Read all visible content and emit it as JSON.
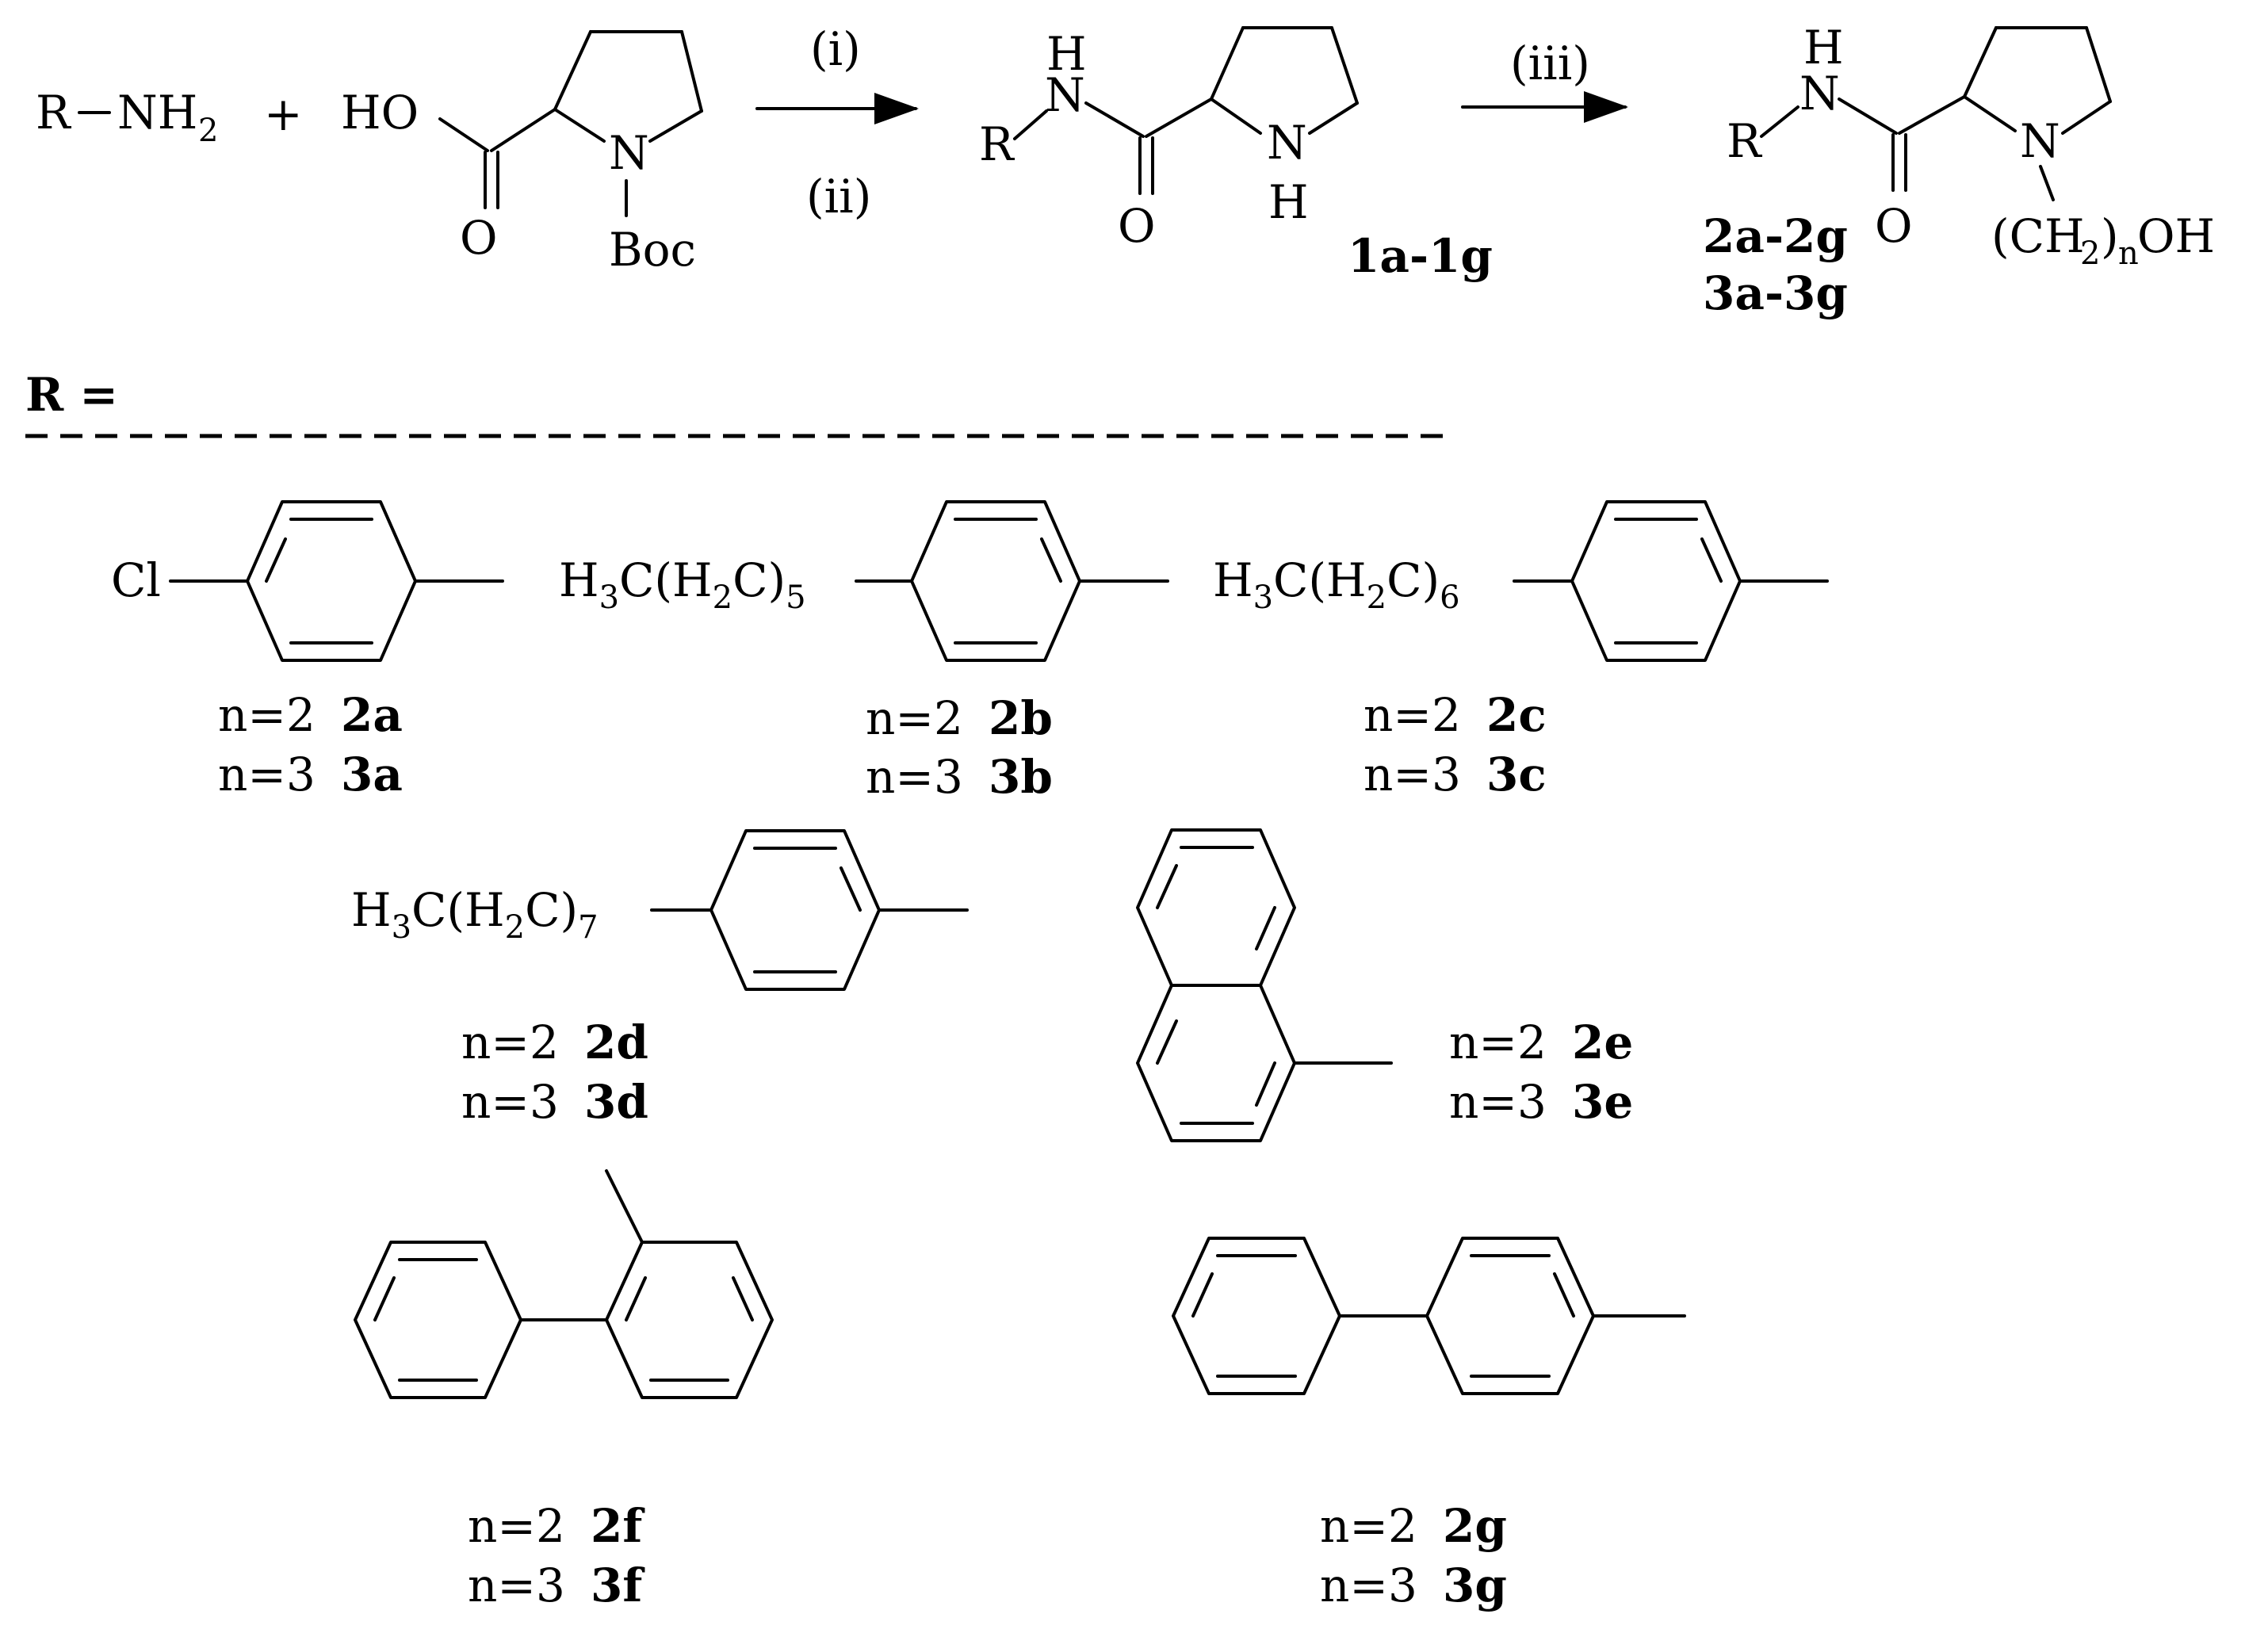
{
  "reaction": {
    "reactant_amine": {
      "r": "R",
      "nh": "NH",
      "sub": "2"
    },
    "plus": "+",
    "boc_proline": {
      "ho": "HO",
      "o": "O",
      "n": "N",
      "boc": "Boc"
    },
    "step1_conditions": {
      "top": "(i)",
      "bottom": "(ii)"
    },
    "intermediate": {
      "h_amide": "H",
      "n_amide": "N",
      "r": "R",
      "o": "O",
      "nh_ring": "N",
      "h_ring": "H",
      "label": "1a-1g"
    },
    "step2_conditions": {
      "top": "(iii)"
    },
    "product": {
      "h_amide": "H",
      "n_amide": "N",
      "r": "R",
      "o": "O",
      "n_ring": "N",
      "side_chain": {
        "open": "(CH",
        "sub2": "2",
        "close": ")",
        "subn": "n",
        "tail": "OH"
      },
      "labels": [
        "2a-2g",
        "3a-3g"
      ]
    }
  },
  "r_group_heading": "R =",
  "substituents": [
    {
      "id": "a",
      "prefix": "Cl",
      "n2": "n=2",
      "c2": "2a",
      "n3": "n=3",
      "c3": "3a"
    },
    {
      "id": "b",
      "prefix_main": "H",
      "prefix_parts": [
        "3",
        "C(H",
        "2",
        "C)",
        "5"
      ],
      "n2": "n=2",
      "c2": "2b",
      "n3": "n=3",
      "c3": "3b"
    },
    {
      "id": "c",
      "prefix_main": "H",
      "prefix_parts": [
        "3",
        "C(H",
        "2",
        "C)",
        "6"
      ],
      "n2": "n=2",
      "c2": "2c",
      "n3": "n=3",
      "c3": "3c"
    },
    {
      "id": "d",
      "prefix_main": "H",
      "prefix_parts": [
        "3",
        "C(H",
        "2",
        "C)",
        "7"
      ],
      "n2": "n=2",
      "c2": "2d",
      "n3": "n=3",
      "c3": "3d"
    },
    {
      "id": "e",
      "n2": "n=2",
      "c2": "2e",
      "n3": "n=3",
      "c3": "3e"
    },
    {
      "id": "f",
      "n2": "n=2",
      "c2": "2f",
      "n3": "n=3",
      "c3": "3f"
    },
    {
      "id": "g",
      "n2": "n=2",
      "c2": "2g",
      "n3": "n=3",
      "c3": "3g"
    }
  ]
}
